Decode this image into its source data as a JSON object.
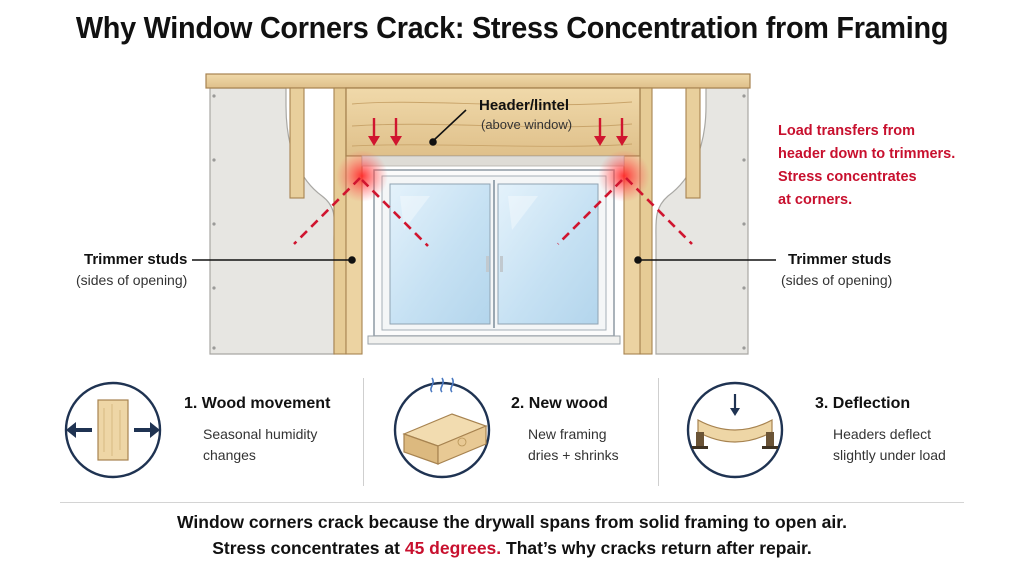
{
  "title": "Why Window Corners Crack: Stress Concentration from Framing",
  "labels": {
    "header_title": "Header/lintel",
    "header_sub": "(above window)",
    "left_stud_title": "Trimmer studs",
    "left_stud_sub": "(sides of opening)",
    "right_stud_title": "Trimmer studs",
    "right_stud_sub": "(sides of opening)"
  },
  "load_note": [
    "Load transfers from",
    "header down to trimmers.",
    "Stress concentrates",
    "at corners."
  ],
  "cards": [
    {
      "title": "1. Wood movement",
      "desc": [
        "Seasonal humidity",
        "changes"
      ],
      "icon": "wood-expansion-icon"
    },
    {
      "title": "2. New wood",
      "desc": [
        "New framing",
        "dries + shrinks"
      ],
      "icon": "drying-lumber-icon"
    },
    {
      "title": "3. Deflection",
      "desc": [
        "Headers deflect",
        "slightly under load"
      ],
      "icon": "header-deflection-icon"
    }
  ],
  "footer": {
    "line1": "Window corners crack because the drywall spans from solid framing to open air.",
    "line2_prefix": "Stress concentrates at",
    "line2_highlight": "45 degrees.",
    "line2_suffix": "That’s why cracks return after repair."
  },
  "colors": {
    "accent_red": "#c8102e",
    "wood": "#e9cf9b",
    "wood_dark": "#b48a4e",
    "drywall": "#e6e5e1",
    "glass": "#cfe6f5",
    "icon_navy": "#1f3352"
  }
}
